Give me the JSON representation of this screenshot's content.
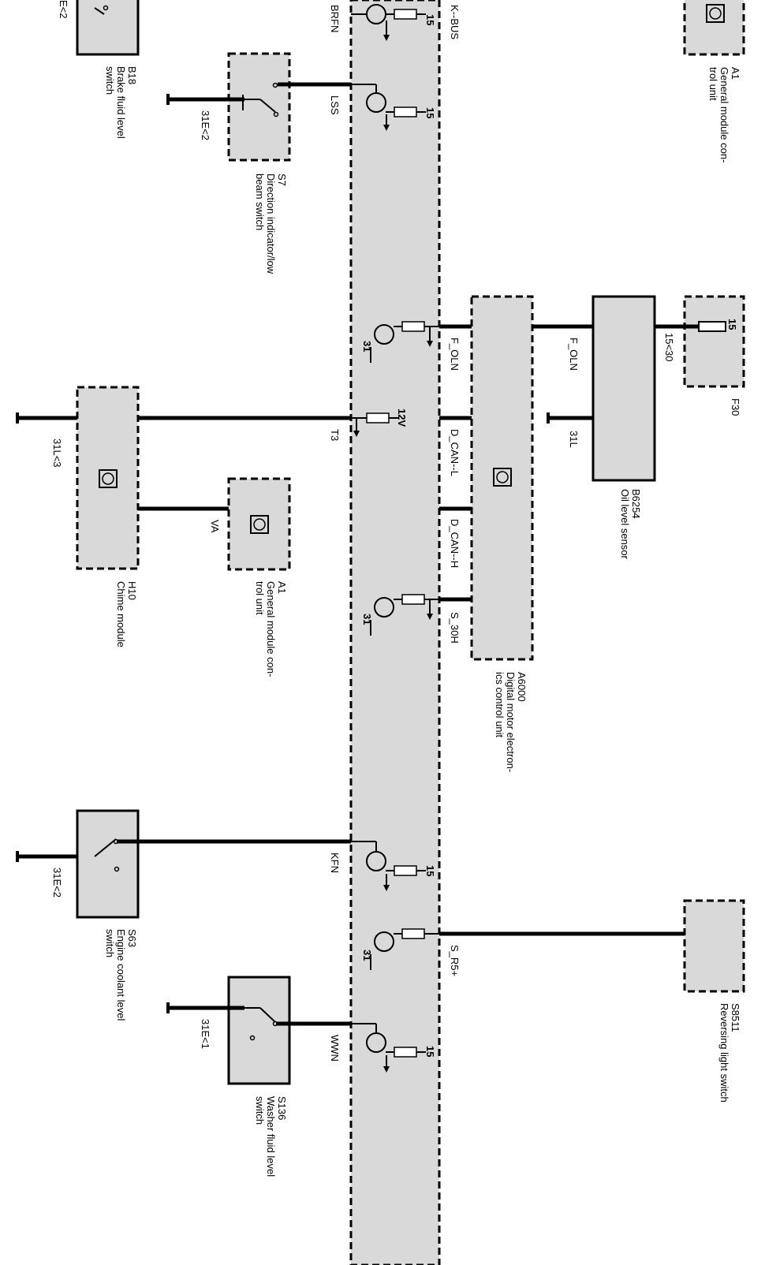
{
  "components": {
    "a1_top": {
      "id": "A1",
      "name": "General module con-",
      "name2": "trol unit"
    },
    "a1_mid": {
      "id": "A1",
      "name": "General module con-",
      "name2": "trol unit"
    },
    "f30": {
      "id": "F30",
      "pin": "15"
    },
    "b6254": {
      "id": "B6254",
      "name": "Oil level sensor"
    },
    "a6000": {
      "id": "A6000",
      "name": "Digital motor electron-",
      "name2": "ics control unit"
    },
    "s8511": {
      "id": "S8511",
      "name": "Reversing light switch"
    },
    "b18": {
      "id": "B18",
      "name": "Brake fluid level",
      "name2": "switch"
    },
    "s7": {
      "id": "S7",
      "name": "Direction indicator/low",
      "name2": "beam switch"
    },
    "h10": {
      "id": "H10",
      "name": "Chime module"
    },
    "s63": {
      "id": "S63",
      "name": "Engine coolant level",
      "name2": "switch"
    },
    "s136": {
      "id": "S136",
      "name": "Washer fluid level",
      "name2": "switch"
    }
  },
  "signals": {
    "kbus": "K--BUS",
    "brfn": "BRFN",
    "lss": "LSS",
    "f_oln_left": "F_OLN",
    "f_oln_right": "F_OLN",
    "t3": "T3",
    "d_can_l": "D_CAN--L",
    "d_can_h": "D_CAN--H",
    "va": "VA",
    "s_30h": "S_30H",
    "kfn": "KFN",
    "s_r5": "S_R5+",
    "wwn": "WWN"
  },
  "terminals": {
    "t_15_a": "15",
    "t_15_b": "15",
    "t_31_a": "31",
    "t_12v": "12V",
    "t_31_b": "31",
    "t_15_c": "15",
    "t_31_c": "31",
    "t_15_d": "15",
    "ground_e2_top": "E<2",
    "ground_31e2_s7": "31E<2",
    "ground_31l3": "31L<3",
    "ground_31e2_s63": "31E<2",
    "ground_31e1": "31E<1",
    "ground_31l": "31L",
    "fuse_1530": "15<30"
  }
}
